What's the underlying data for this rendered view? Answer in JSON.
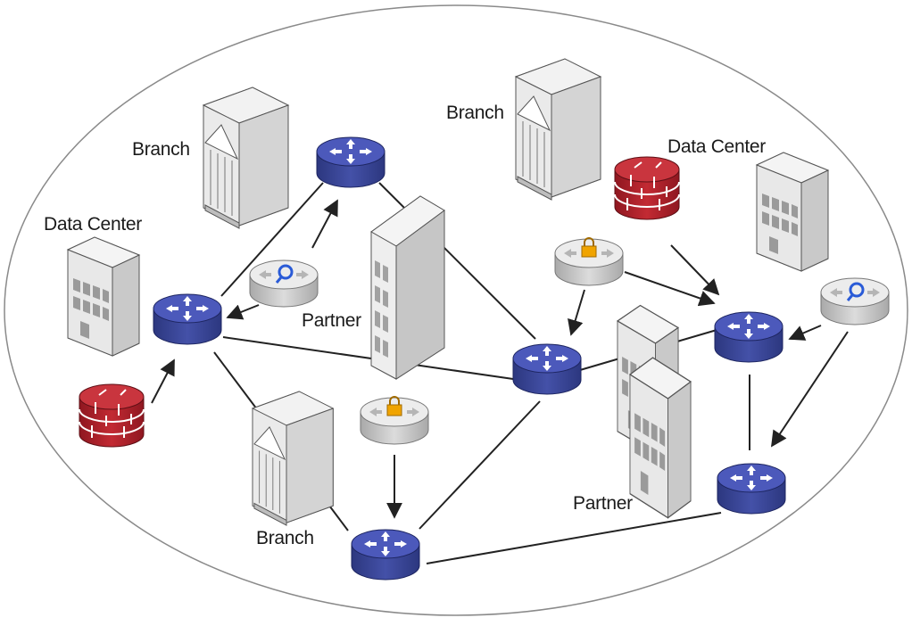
{
  "labels": {
    "branch_top_left": "Branch",
    "branch_top_right": "Branch",
    "branch_bottom": "Branch",
    "datacenter_left": "Data Center",
    "datacenter_right": "Data Center",
    "partner_center": "Partner",
    "partner_right": "Partner"
  },
  "colors": {
    "router": "#3d4aa6",
    "router_top": "#4f5cc0",
    "firewall": "#b3202a",
    "appliance": "#d9d9d9",
    "building": "#e6e6e6",
    "line": "#222222",
    "ellipse": "#888888"
  },
  "icons": {
    "router": "router-icon",
    "firewall": "firewall-icon",
    "wan_optimizer": "wan-optimizer-icon",
    "vpn": "vpn-lock-icon",
    "building": "building-icon"
  }
}
